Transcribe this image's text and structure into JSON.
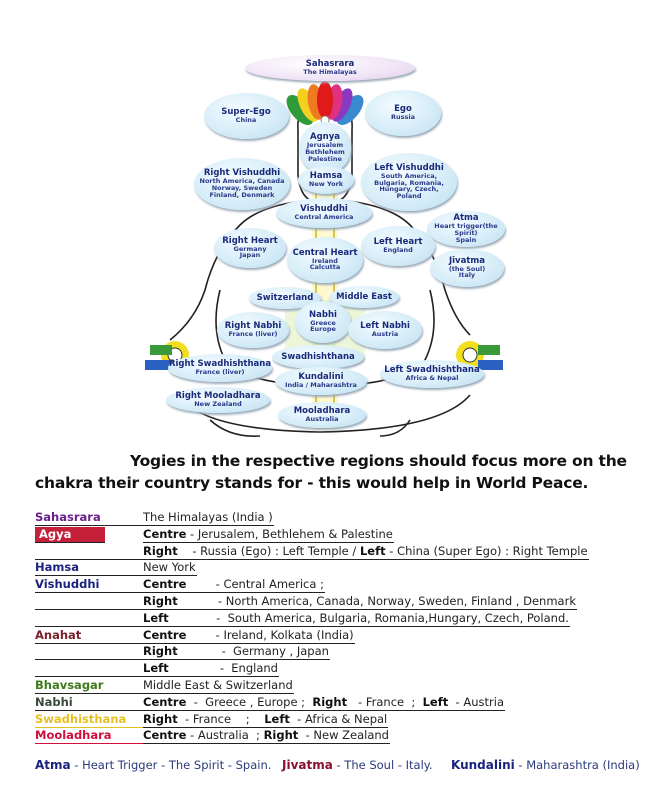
{
  "diagram": {
    "nodes": [
      {
        "id": "sahasrara",
        "title": "Sahasrara",
        "sub": [
          "The Himalayas"
        ]
      },
      {
        "id": "super-ego",
        "title": "Super-Ego",
        "sub": [
          "China"
        ]
      },
      {
        "id": "ego",
        "title": "Ego",
        "sub": [
          "Russia"
        ]
      },
      {
        "id": "agnya",
        "title": "Agnya",
        "sub": [
          "Jerusalem",
          "Bethlehem",
          "Palestine"
        ]
      },
      {
        "id": "right-vishuddhi",
        "title": "Right Vishuddhi",
        "sub": [
          "North America, Canada",
          "Norway, Sweden",
          "Finland, Denmark"
        ]
      },
      {
        "id": "hamsa",
        "title": "Hamsa",
        "sub": [
          "New York"
        ]
      },
      {
        "id": "left-vishuddhi",
        "title": "Left Vishuddhi",
        "sub": [
          "South America,",
          "Bulgaria, Romania,",
          "Hungary, Czech,",
          "Poland"
        ]
      },
      {
        "id": "vishuddhi",
        "title": "Vishuddhi",
        "sub": [
          "Central America"
        ]
      },
      {
        "id": "atma",
        "title": "Atma",
        "sub": [
          "Heart trigger(the Spirit)",
          "Spain"
        ]
      },
      {
        "id": "right-heart",
        "title": "Right Heart",
        "sub": [
          "Germany",
          "Japan"
        ]
      },
      {
        "id": "central-heart",
        "title": "Central Heart",
        "sub": [
          "Ireland",
          "Calcutta"
        ]
      },
      {
        "id": "left-heart",
        "title": "Left Heart",
        "sub": [
          "England"
        ]
      },
      {
        "id": "jivatma",
        "title": "Jivatma",
        "sub": [
          "(the Soul)",
          "Italy"
        ]
      },
      {
        "id": "switzerland",
        "title": "Switzerland",
        "sub": []
      },
      {
        "id": "middle-east",
        "title": "Middle East",
        "sub": []
      },
      {
        "id": "nabhi",
        "title": "Nabhi",
        "sub": [
          "Greece",
          "Europe"
        ]
      },
      {
        "id": "right-nabhi",
        "title": "Right Nabhi",
        "sub": [
          "France (liver)"
        ]
      },
      {
        "id": "left-nabhi",
        "title": "Left Nabhi",
        "sub": [
          "Austria"
        ]
      },
      {
        "id": "swadhishthana",
        "title": "Swadhishthana",
        "sub": []
      },
      {
        "id": "right-swadhishthana",
        "title": "Right Swadhishthana",
        "sub": [
          "France (liver)"
        ]
      },
      {
        "id": "left-swadhishthana",
        "title": "Left Swadhishthana",
        "sub": [
          "Africa & Nepal"
        ]
      },
      {
        "id": "kundalini",
        "title": "Kundalini",
        "sub": [
          "India / Maharashtra"
        ]
      },
      {
        "id": "right-mooladhara",
        "title": "Right Mooladhara",
        "sub": [
          "New Zealand"
        ]
      },
      {
        "id": "mooladhara",
        "title": "Mooladhara",
        "sub": [
          "Australia"
        ]
      }
    ]
  },
  "heading": {
    "line1": "Yogies in the respective regions should focus more on the",
    "line2": "chakra their country  stands for - this would help in World Peace."
  },
  "table": {
    "rows": [
      {
        "chakra": "Sahasrara",
        "color": "#6a1f8a",
        "parts": [
          {
            "t": "The Himalayas (India )"
          }
        ]
      },
      {
        "chakra": "Agya",
        "color": "#ffffff",
        "bg": "#c4203a",
        "parts": [
          {
            "b": "Centre"
          },
          {
            "t": " - Jerusalem, Bethlehem & Palestine"
          }
        ]
      },
      {
        "chakra": "",
        "parts": [
          {
            "b": "Right"
          },
          {
            "t": "    - Russia (Ego) : Left Temple / "
          },
          {
            "b": "Left"
          },
          {
            "t": " - China (Super Ego) : Right Temple"
          }
        ]
      },
      {
        "chakra": "Hamsa",
        "color": "#1a237e",
        "parts": [
          {
            "t": "New York"
          }
        ]
      },
      {
        "chakra": "Vishuddhi",
        "color": "#1a237e",
        "parts": [
          {
            "b": "Centre"
          },
          {
            "t": "        - Central America ;"
          }
        ]
      },
      {
        "chakra": "",
        "parts": [
          {
            "b": "Right"
          },
          {
            "t": "           - North America, Canada, Norway, Sweden, Finland , Denmark"
          }
        ]
      },
      {
        "chakra": "",
        "parts": [
          {
            "b": "Left"
          },
          {
            "t": "             -  South America, Bulgaria, Romania,Hungary, Czech, Poland."
          }
        ]
      },
      {
        "chakra": "Anahat",
        "color": "#7a1f2a",
        "parts": [
          {
            "b": "Centre"
          },
          {
            "t": "        - Ireland, Kolkata (India)"
          }
        ]
      },
      {
        "chakra": "",
        "parts": [
          {
            "b": "Right"
          },
          {
            "t": "            -  Germany , Japan"
          }
        ]
      },
      {
        "chakra": "",
        "parts": [
          {
            "b": "Left"
          },
          {
            "t": "              -  England"
          }
        ]
      },
      {
        "chakra": "Bhavsagar",
        "color": "#3f7a1a",
        "parts": [
          {
            "t": "Middle East & Switzerland"
          }
        ]
      },
      {
        "chakra": "Nabhi",
        "color": "#3a4a3a",
        "parts": [
          {
            "b": "Centre"
          },
          {
            "t": "  -  Greece , Europe ;  "
          },
          {
            "b": "Right"
          },
          {
            "t": "   - France  ;  "
          },
          {
            "b": "Left"
          },
          {
            "t": "  - Austria"
          }
        ]
      },
      {
        "chakra": "Swadhisthana",
        "color": "#e8c020",
        "parts": [
          {
            "b": "Right"
          },
          {
            "t": "  - France    ;    "
          },
          {
            "b": "Left"
          },
          {
            "t": "  - Africa & Nepal"
          }
        ]
      },
      {
        "chakra": "Mooladhara",
        "color": "#d0103a",
        "parts": [
          {
            "b": "Centre"
          },
          {
            "t": " - Australia  ; "
          },
          {
            "b": "Right"
          },
          {
            "t": "  - New Zealand"
          }
        ]
      }
    ]
  },
  "footer": {
    "atma_label": "Atma",
    "atma_text": " - Heart Trigger - The Spirit - Spain.",
    "jivatma_label": "Jivatma",
    "jivatma_text": " - The Soul - Italy.",
    "kundalini_label": "Kundalini",
    "kundalini_text": " - Maharashtra (India)",
    "atma_color": "#1a237e",
    "jivatma_color": "#8a1030",
    "kundalini_color": "#1a237e"
  }
}
